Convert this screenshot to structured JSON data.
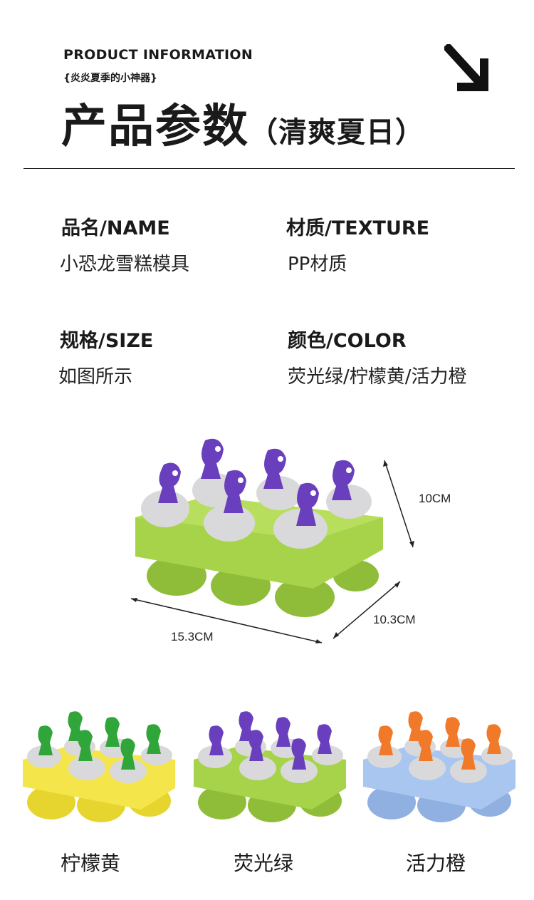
{
  "header": {
    "eyebrow": "PRODUCT INFORMATION",
    "tagline": "{炎炎夏季的小神器}",
    "title": "产品参数",
    "title_sub": "（清爽夏日）"
  },
  "specs": {
    "name": {
      "label": "品名/NAME",
      "value": "小恐龙雪糕模具"
    },
    "texture": {
      "label": "材质/TEXTURE",
      "value": "PP材质"
    },
    "size": {
      "label": "规格/SIZE",
      "value": "如图所示"
    },
    "color": {
      "label": "颜色/COLOR",
      "value": "荧光绿/柠檬黄/活力橙"
    }
  },
  "dimensions": {
    "height": "10CM",
    "depth": "10.3CM",
    "width": "15.3CM"
  },
  "variants": [
    {
      "label": "柠檬黄",
      "tray_color": "#f4e64a",
      "dino_color": "#2fa53a"
    },
    {
      "label": "荧光绿",
      "tray_color": "#a6d34a",
      "dino_color": "#6a3fbd"
    },
    {
      "label": "活力橙",
      "tray_color": "#a9c6f0",
      "dino_color": "#f07a2a"
    }
  ],
  "colors": {
    "main_tray": "#a6d34a",
    "egg": "#d9d9db",
    "main_dino": "#6a3fbd"
  }
}
